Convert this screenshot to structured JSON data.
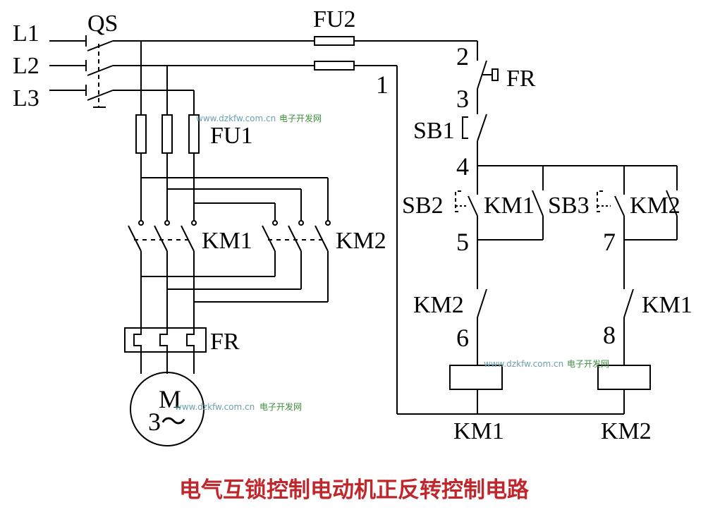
{
  "terminals": {
    "l1": "L1",
    "l2": "L2",
    "l3": "L3"
  },
  "labels": {
    "qs": "QS",
    "fu1": "FU1",
    "fu2": "FU2",
    "fr_main": "FR",
    "fr_ctrl": "FR",
    "km1_main": "KM1",
    "km2_main": "KM2",
    "sb1": "SB1",
    "sb2": "SB2",
    "sb3": "SB3",
    "km1_hold": "KM1",
    "km2_hold": "KM2",
    "km2_interlock": "KM2",
    "km1_interlock": "KM1",
    "km1_coil": "KM1",
    "km2_coil": "KM2"
  },
  "motor": {
    "letter": "M",
    "phase": "3～"
  },
  "nodes": {
    "n1": "1",
    "n2": "2",
    "n3": "3",
    "n4": "4",
    "n5": "5",
    "n6": "6",
    "n7": "7",
    "n8": "8"
  },
  "watermark": {
    "url": "www.dzkfw.com.cn",
    "site": "电子开发网"
  },
  "caption": "电气互锁控制电动机正反转控制电路",
  "colors": {
    "wire": "#000000",
    "caption": "#c0272d",
    "watermark_url": "#6a9fb0",
    "watermark_site": "#3a8f3a"
  }
}
